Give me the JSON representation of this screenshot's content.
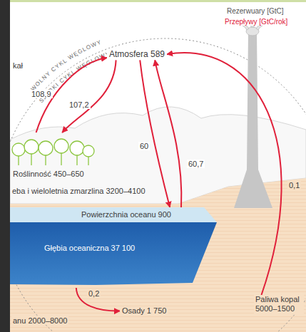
{
  "diagram": {
    "nodes": [
      {
        "text": [
          "Atmosfera 589"
        ]
      },
      {
        "text": [
          "Roślinność 450–650"
        ]
      },
      {
        "text": [
          "eba i wieloletnia zmarzlina 3200–4100"
        ]
      },
      {
        "text": [
          "Powierzchnia oceanu 900"
        ]
      },
      {
        "text": [
          "Głębia oceaniczna 37 100"
        ]
      },
      {
        "text": [
          "Osady 1 750"
        ]
      },
      {
        "text": [
          "Paliwa kopal 5000–1500"
        ]
      }
    ],
    "edges": [
      {
        "from": 1,
        "to": 0,
        "label": "108,9",
        "arrow": "to"
      },
      {
        "from": 0,
        "to": 1,
        "label": "107,2",
        "arrow": "to"
      },
      {
        "from": 0,
        "to": 3,
        "label": "60",
        "arrow": "to"
      },
      {
        "from": 3,
        "to": 0,
        "label": "60,7",
        "arrow": "to"
      },
      {
        "from": 4,
        "to": 5,
        "label": "0,2",
        "arrow": "to"
      },
      {
        "from": 6,
        "to": 0,
        "label": "0,1",
        "arrow": "to"
      }
    ],
    "labels": [
      "kał",
      "WOLNY CYKL WĘGLOWY",
      "SZYBKI CYKL WĘGLOWY",
      "Rezerwuary [GtC]",
      "Przepływy [GtC/rok]",
      "anu 2000–8000"
    ]
  }
}
